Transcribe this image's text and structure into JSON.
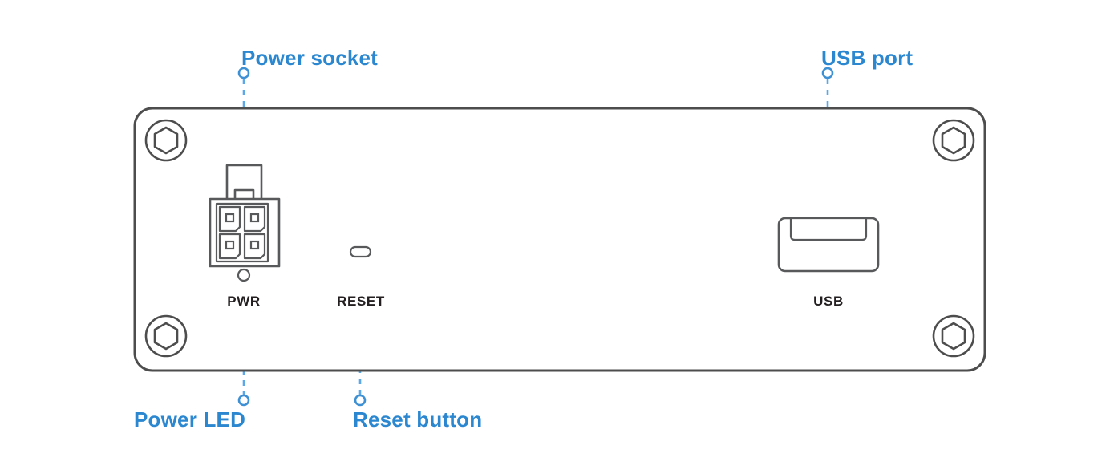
{
  "diagram": {
    "title": "Device rear panel connector diagram",
    "accent_color": "#2b87d0",
    "leader_color": "#5aa9e6",
    "outline_color": "#4d4d4d",
    "part_color": "#58595b",
    "label_color": "#231f20",
    "background": "#ffffff"
  },
  "callouts": [
    {
      "id": "power-socket",
      "label": "Power socket",
      "position": "top-left"
    },
    {
      "id": "usb-port",
      "label": "USB port",
      "position": "top-right"
    },
    {
      "id": "power-led",
      "label": "Power LED",
      "position": "bottom-left"
    },
    {
      "id": "reset-button",
      "label": "Reset button",
      "position": "bottom-center"
    }
  ],
  "panel_labels": [
    {
      "id": "pwr",
      "label": "PWR"
    },
    {
      "id": "reset",
      "label": "RESET"
    },
    {
      "id": "usb",
      "label": "USB"
    }
  ],
  "components": {
    "power_socket": {
      "name": "4-pin power socket",
      "pin_count": 4
    },
    "power_led": {
      "name": "Power LED indicator"
    },
    "reset_button": {
      "name": "Recessed reset button"
    },
    "usb_port": {
      "name": "USB Type-A port"
    },
    "screws": {
      "name": "Hex socket screw",
      "count": 4
    }
  }
}
